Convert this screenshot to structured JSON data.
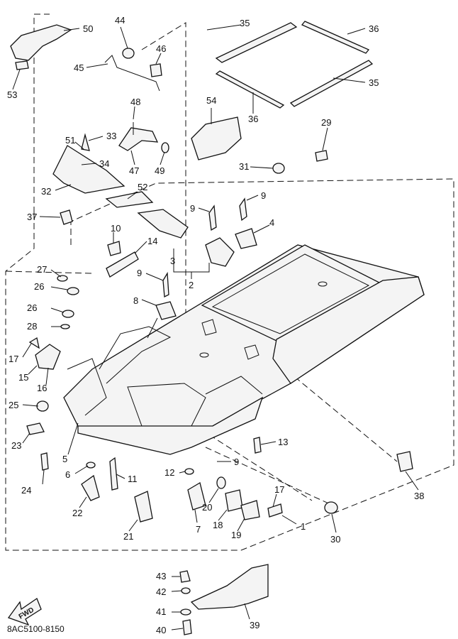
{
  "diagram": {
    "code": "8AC5100-8150",
    "fwd_label": "FWD",
    "callouts": {
      "c1": "1",
      "c2": "2",
      "c3": "3",
      "c4": "4",
      "c5": "5",
      "c6": "6",
      "c7": "7",
      "c8": "8",
      "c9a": "9",
      "c9b": "9",
      "c9c": "9",
      "c9d": "9",
      "c10": "10",
      "c11": "11",
      "c12": "12",
      "c13": "13",
      "c14": "14",
      "c15": "15",
      "c16": "16",
      "c17a": "17",
      "c17b": "17",
      "c18": "18",
      "c19": "19",
      "c20": "20",
      "c21": "21",
      "c22": "22",
      "c23": "23",
      "c24": "24",
      "c25": "25",
      "c26a": "26",
      "c26b": "26",
      "c27": "27",
      "c28": "28",
      "c29": "29",
      "c30": "30",
      "c31": "31",
      "c32": "32",
      "c33": "33",
      "c34": "34",
      "c35a": "35",
      "c35b": "35",
      "c36a": "36",
      "c36b": "36",
      "c37": "37",
      "c38": "38",
      "c39": "39",
      "c40": "40",
      "c41": "41",
      "c42": "42",
      "c43": "43",
      "c44": "44",
      "c45": "45",
      "c46": "46",
      "c47": "47",
      "c48": "48",
      "c49": "49",
      "c50": "50",
      "c51": "51",
      "c52": "52",
      "c53": "53",
      "c54": "54"
    }
  }
}
